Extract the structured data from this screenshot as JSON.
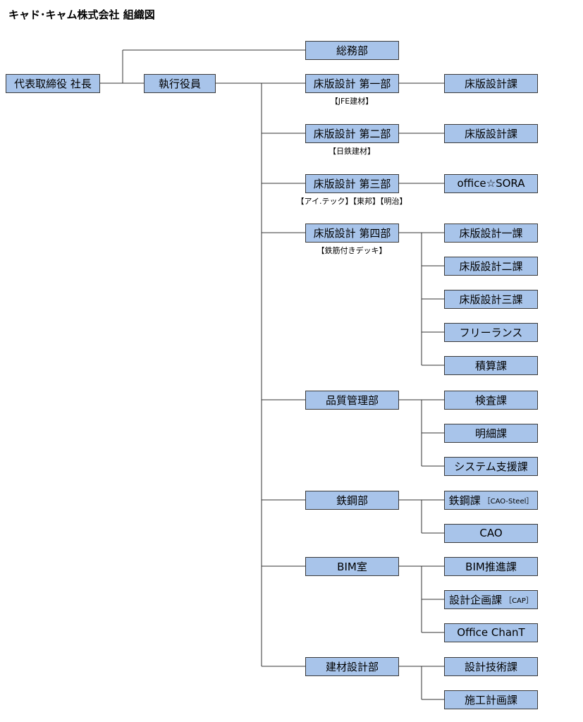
{
  "title": "キャド･キャム株式会社 組織図",
  "ceo": "代表取締役 社長",
  "executive": "執行役員",
  "general_affairs": "総務部",
  "departments": [
    {
      "name": "床版設計 第一部",
      "note": "【JFE建材】",
      "sections": [
        {
          "name": "床版設計課"
        }
      ]
    },
    {
      "name": "床版設計 第二部",
      "note": "【日鉄建材】",
      "sections": [
        {
          "name": "床版設計課"
        }
      ]
    },
    {
      "name": "床版設計 第三部",
      "note": "【アイ.テック】【東邦】【明治】",
      "sections": [
        {
          "name": "office☆SORA"
        }
      ]
    },
    {
      "name": "床版設計 第四部",
      "note": "【鉄筋付きデッキ】",
      "sections": [
        {
          "name": "床版設計一課"
        },
        {
          "name": "床版設計二課"
        },
        {
          "name": "床版設計三課"
        },
        {
          "name": "フリーランス"
        },
        {
          "name": "積算課"
        }
      ]
    },
    {
      "name": "品質管理部",
      "note": "",
      "sections": [
        {
          "name": "検査課"
        },
        {
          "name": "明細課"
        },
        {
          "name": "システム支援課"
        }
      ]
    },
    {
      "name": "鉄鋼部",
      "note": "",
      "sections": [
        {
          "name": "鉄鋼課",
          "tag": "［CAO-Steel］"
        },
        {
          "name": "CAO"
        }
      ]
    },
    {
      "name": "BIM室",
      "note": "",
      "sections": [
        {
          "name": "BIM推進課"
        },
        {
          "name": "設計企画課",
          "tag": "［CAP］"
        },
        {
          "name": "Office ChanT"
        }
      ]
    },
    {
      "name": "建材設計部",
      "note": "",
      "sections": [
        {
          "name": "設計技術課"
        },
        {
          "name": "施工計画課"
        }
      ]
    }
  ],
  "colors": {
    "box_fill": "#a8c4ea",
    "box_border": "#3a3a3a",
    "line": "#333333"
  }
}
